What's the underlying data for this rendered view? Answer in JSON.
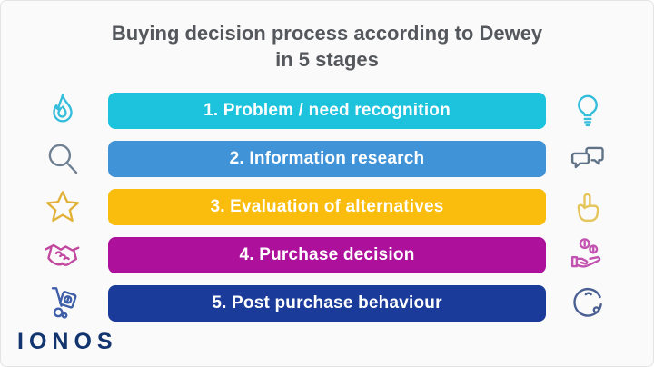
{
  "title": {
    "line1": "Buying decision process according to Dewey",
    "line2": "in 5 stages"
  },
  "logo_text": "IONOS",
  "colors": {
    "background": "#fbfafb",
    "title_text": "#54575c",
    "bar_text": "#ffffff",
    "logo": "#12356f"
  },
  "stages": [
    {
      "label": "1. Problem / need recognition",
      "bar_color": "#1dc2dc",
      "left_icon": "flame-icon",
      "right_icon": "lightbulb-icon",
      "left_icon_color": "#35bedb",
      "right_icon_color": "#35bedb"
    },
    {
      "label": "2. Information research",
      "bar_color": "#4193d8",
      "left_icon": "magnifier-icon",
      "right_icon": "chat-bubbles-icon",
      "left_icon_color": "#6e8092",
      "right_icon_color": "#5f7286"
    },
    {
      "label": "3. Evaluation of alternatives",
      "bar_color": "#fbbd0d",
      "left_icon": "star-icon",
      "right_icon": "pointing-hand-icon",
      "left_icon_color": "#e2b138",
      "right_icon_color": "#e5c45a"
    },
    {
      "label": "4. Purchase decision",
      "bar_color": "#ad119c",
      "left_icon": "handshake-icon",
      "right_icon": "hand-with-coins-icon",
      "left_icon_color": "#c2489f",
      "right_icon_color": "#c353b0"
    },
    {
      "label": "5. Post purchase behaviour",
      "bar_color": "#1a3b99",
      "left_icon": "hand-truck-icon",
      "right_icon": "headset-support-icon",
      "left_icon_color": "#3f5fa8",
      "right_icon_color": "#4a5f92"
    }
  ]
}
